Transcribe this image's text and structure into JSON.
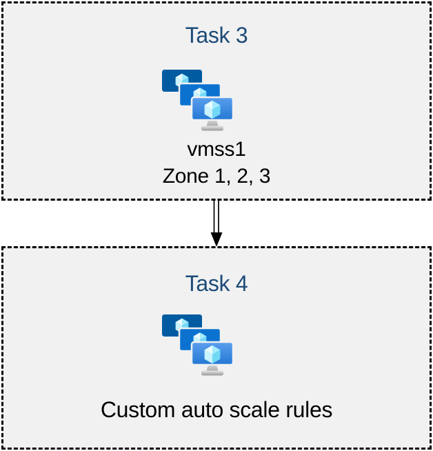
{
  "diagram": {
    "boxes": [
      {
        "title": "Task 3",
        "icon": "azure-vm-scale-sets-icon",
        "lines": [
          "vmss1",
          "Zone 1, 2, 3"
        ]
      },
      {
        "title": "Task 4",
        "icon": "azure-vm-scale-sets-icon",
        "lines": [
          "Custom auto scale rules"
        ]
      }
    ],
    "connector": {
      "style": "double-line-arrow",
      "direction": "down",
      "from": "Task 3",
      "to": "Task 4"
    },
    "colors": {
      "canvas_background": "#FFFFFF",
      "box_background": "#F1F1F2",
      "box_border": "#000000",
      "title_text": "#1C4B76",
      "body_text": "#000000",
      "monitor_back": "#005BA1",
      "monitor_middle": "#0C72D0",
      "monitor_front_gradient_top": "#5B9FEE",
      "monitor_front_gradient_bottom": "#2478D4",
      "cube_top_light": "#E9FBFF",
      "cube_top_shade": "#A4ECFE",
      "cube_left_face": "#C8F3FF",
      "cube_right_face": "#71D9F6",
      "stand_gray": "#C0C0C0",
      "arrow": "#000000"
    }
  }
}
